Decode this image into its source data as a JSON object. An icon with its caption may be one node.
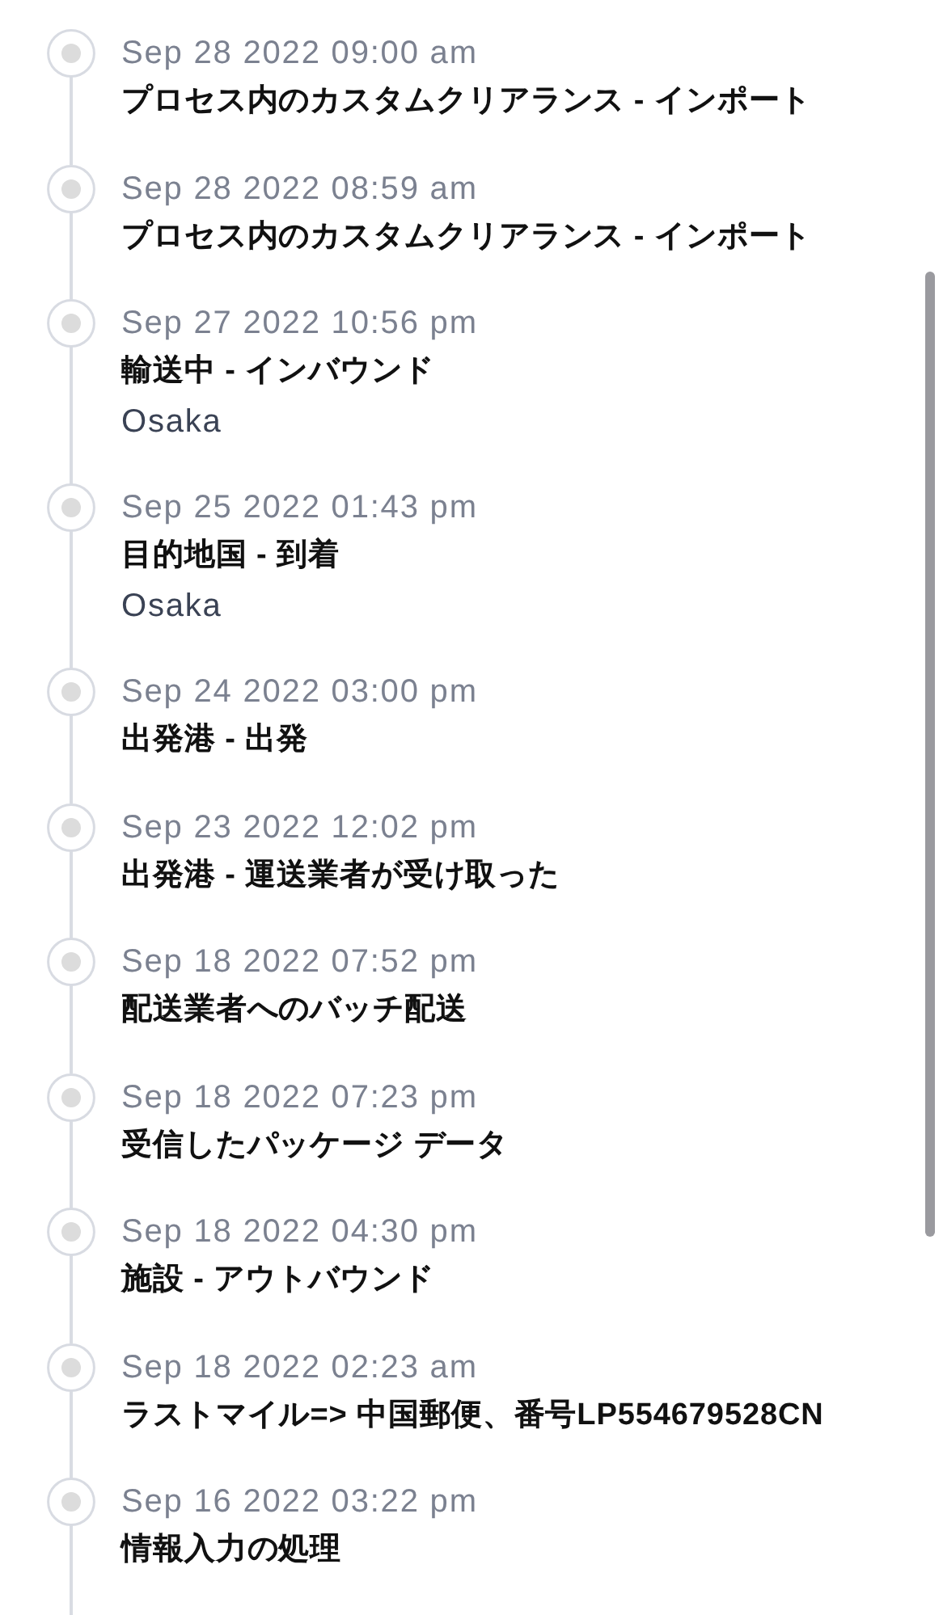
{
  "diagram": {
    "nodes": [
      {
        "text": [],
        "shape": "circle",
        "beside": [
          "Sep 28 2022 09:00 am",
          "プロセス内のカスタムクリアランス - インポート"
        ]
      },
      {
        "text": [],
        "shape": "circle",
        "beside": [
          "Sep 28 2022 08:59 am",
          "プロセス内のカスタムクリアランス - インポート"
        ]
      },
      {
        "text": [],
        "shape": "circle",
        "beside": [
          "Sep 27 2022 10:56 pm",
          "輸送中 - インバウンド",
          "Osaka"
        ]
      },
      {
        "text": [],
        "shape": "circle",
        "beside": [
          "Sep 25 2022 01:43 pm",
          "目的地国 - 到着",
          "Osaka"
        ]
      },
      {
        "text": [],
        "shape": "circle",
        "beside": [
          "Sep 24 2022 03:00 pm",
          "出発港 - 出発"
        ]
      },
      {
        "text": [],
        "shape": "circle",
        "beside": [
          "Sep 23 2022 12:02 pm",
          "出発港 - 運送業者が受け取った"
        ]
      },
      {
        "text": [],
        "shape": "circle",
        "beside": [
          "Sep 18 2022 07:52 pm",
          "配送業者へのバッチ配送"
        ]
      },
      {
        "text": [],
        "shape": "circle",
        "beside": [
          "Sep 18 2022 07:23 pm",
          "受信したパッケージ データ"
        ]
      },
      {
        "text": [],
        "shape": "circle",
        "beside": [
          "Sep 18 2022 04:30 pm",
          "施設 - アウトバウンド"
        ]
      },
      {
        "text": [],
        "shape": "circle",
        "beside": [
          "Sep 18 2022 02:23 am",
          "ラストマイル=> 中国郵便、番号LP554679528CN"
        ]
      },
      {
        "text": [],
        "shape": "circle",
        "beside": [
          "Sep 16 2022 03:22 pm",
          "情報入力の処理"
        ]
      }
    ],
    "edges": [
      {
        "from": 0,
        "to": 1,
        "arrow": "none"
      },
      {
        "from": 1,
        "to": 2,
        "arrow": "none"
      },
      {
        "from": 2,
        "to": 3,
        "arrow": "none"
      },
      {
        "from": 3,
        "to": 4,
        "arrow": "none"
      },
      {
        "from": 4,
        "to": 5,
        "arrow": "none"
      },
      {
        "from": 5,
        "to": 6,
        "arrow": "none"
      },
      {
        "from": 6,
        "to": 7,
        "arrow": "none"
      },
      {
        "from": 7,
        "to": 8,
        "arrow": "none"
      },
      {
        "from": 8,
        "to": 9,
        "arrow": "none"
      },
      {
        "from": 9,
        "to": 10,
        "arrow": "none"
      },
      {
        "from": 10,
        "to": null,
        "arrow": "none"
      }
    ]
  }
}
